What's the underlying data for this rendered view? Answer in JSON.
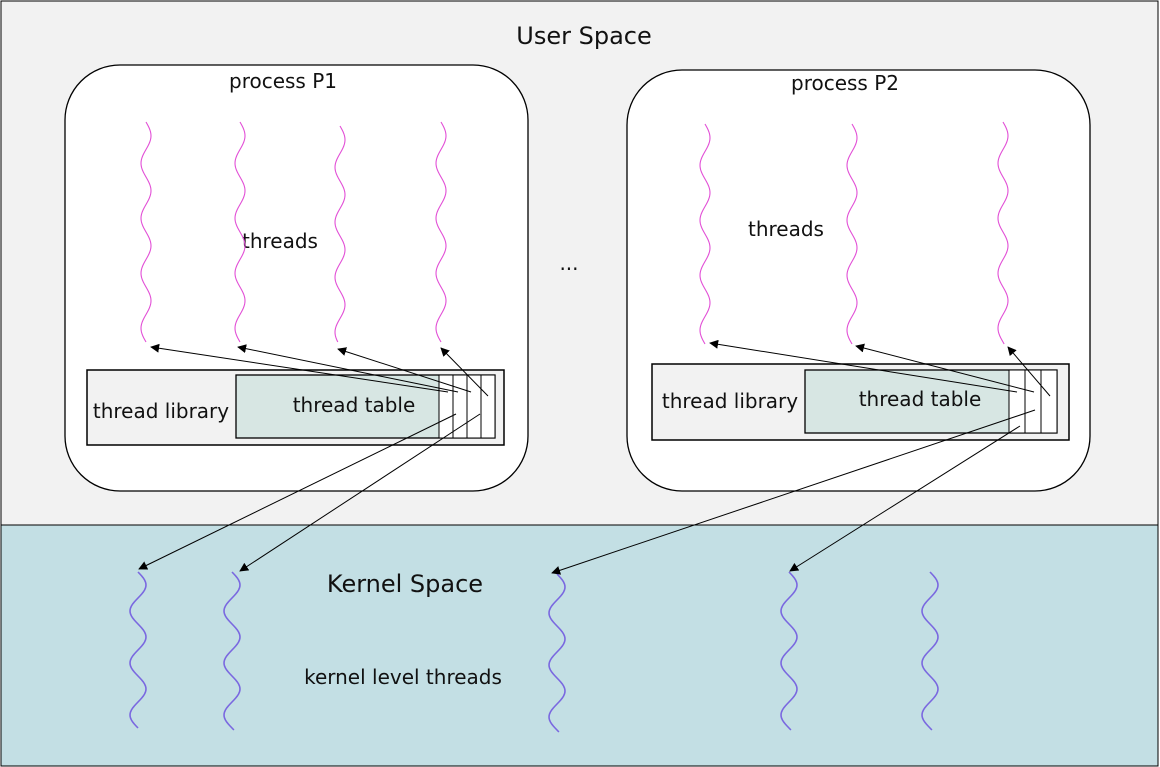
{
  "diagram": {
    "user_space_label": "User Space",
    "kernel_space_label": "Kernel Space",
    "ellipsis": "...",
    "kernel_threads_label": "kernel level threads",
    "processes": [
      {
        "title": "process P1",
        "threads_label": "threads",
        "library_label": "thread library",
        "table_label": "thread table"
      },
      {
        "title": "process P2",
        "threads_label": "threads",
        "library_label": "thread library",
        "table_label": "thread table"
      }
    ]
  },
  "colors": {
    "user_space_bg": "#f2f2f2",
    "kernel_space_bg": "#c3dfe4",
    "table_fill": "#d7e6e3",
    "user_thread": "#e24fd6",
    "kernel_thread": "#7a68e0",
    "line": "#000000"
  }
}
